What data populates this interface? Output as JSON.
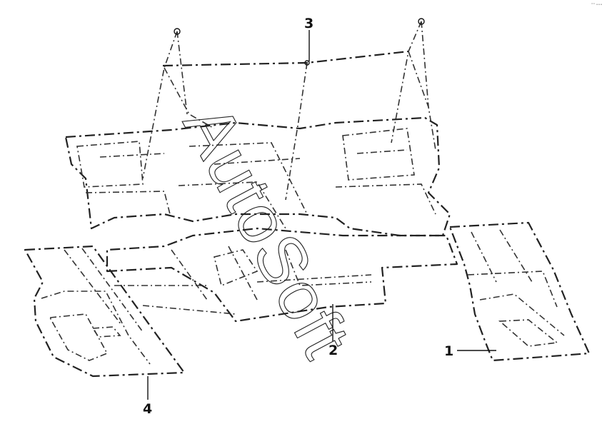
{
  "diagram": {
    "callouts": [
      {
        "id": "1",
        "label": "1"
      },
      {
        "id": "2",
        "label": "2"
      },
      {
        "id": "3",
        "label": "3"
      },
      {
        "id": "4",
        "label": "4"
      }
    ],
    "watermark": "AutoSoft",
    "corner_mark": "°° •••",
    "colors": {
      "line": "#222222",
      "background": "#ffffff"
    }
  }
}
